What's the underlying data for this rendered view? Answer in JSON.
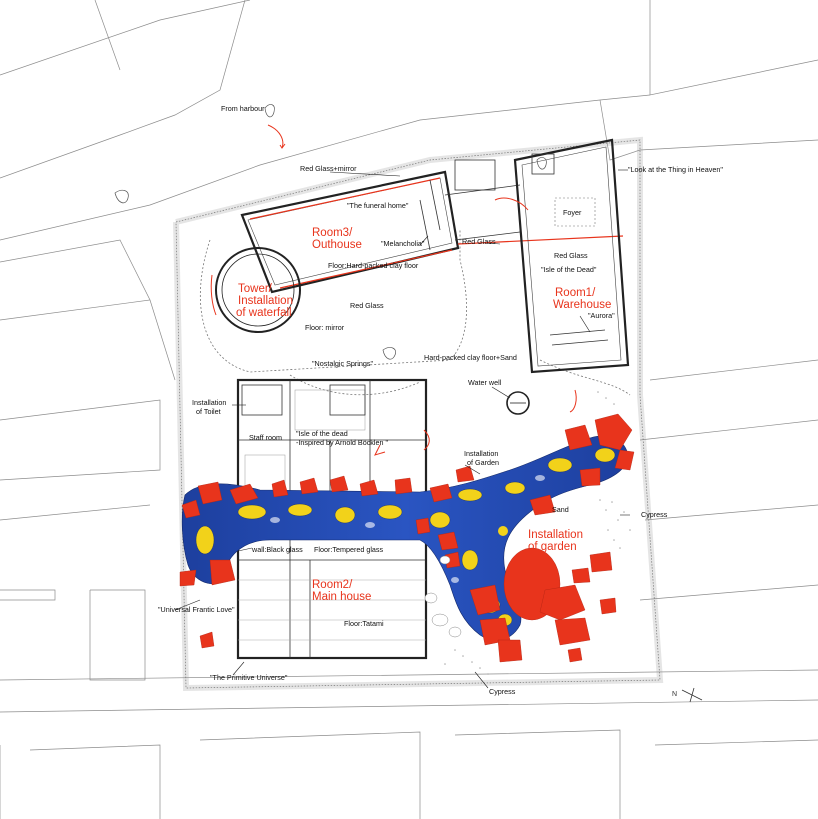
{
  "annotations": {
    "from_harbour": "From harbour",
    "red_glass_mirror": "Red Glass+mirror",
    "funeral_home": "\"The funeral home\"",
    "look_heaven": "\"Look at the Thing in Heaven\"",
    "room3": "Room3/",
    "room3_b": "Outhouse",
    "melancholia": "\"Melancholia\"",
    "red_glass_1": "Red Glass",
    "foyer": "Foyer",
    "red_glass_2": "Red Glass",
    "isle_dead_short": "\"Isle of the Dead\"",
    "floor_clay": "Floor:Hard-packed clay floor",
    "tower_1": "Tower/",
    "tower_2": "Installation",
    "tower_3": "of waterfall",
    "red_glass_3": "Red Glass",
    "room1": "Room1/",
    "room1_b": "Warehouse",
    "aurora": "\"Aurora\"",
    "floor_mirror": "Floor: mirror",
    "nostalgic": "\"Nostalgic Springs\"",
    "clay_sand": "Hard-packed clay floor+Sand",
    "water_well": "Water well",
    "toilet_1": "Installation",
    "toilet_2": "of Toilet",
    "staff_room": "Staff room",
    "isle_bocklen_1": "\"Isle of the dead",
    "isle_bocklen_2": "-Inspired by Arnold Böcklen \"",
    "garden_1": "Installation",
    "garden_2": "of Garden",
    "sand": "Sand",
    "cypress_1": "Cypress",
    "install_garden_1": "Installation",
    "install_garden_2": "of garden",
    "wall_black": "wall:Black glass",
    "floor_tempered": "Floor:Tempered glass",
    "room2": "Room2/",
    "room2_b": "Main house",
    "frantic": "\"Universal Frantic Love\"",
    "floor_tatami": "Floor:Tatami",
    "primitive": "\"The Primitive Universe\"",
    "cypress_2": "Cypress",
    "north_n": "N"
  },
  "colors": {
    "accent": "#e8341c",
    "blue": "#1d3f9e",
    "yellow": "#f2d21a",
    "linework": "#222222",
    "site": "#8c8c8c"
  }
}
